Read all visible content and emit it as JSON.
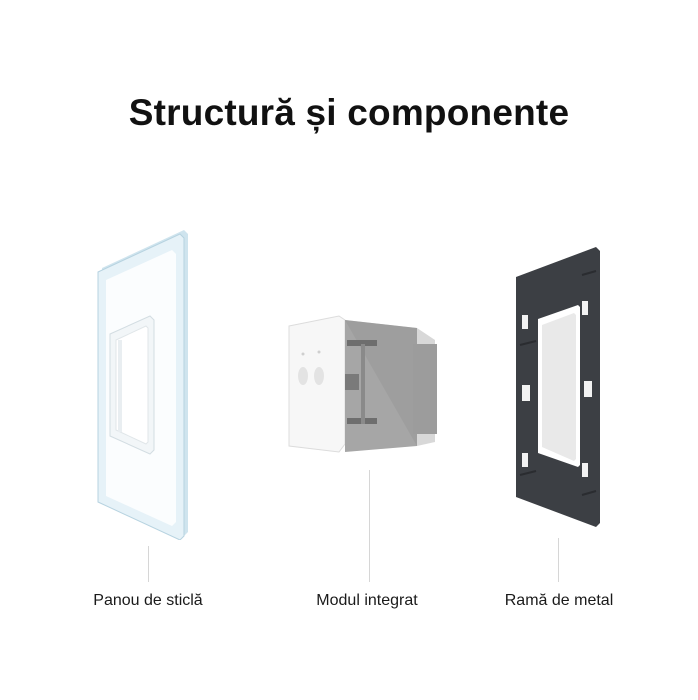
{
  "heading": "Structură și componente",
  "components": [
    {
      "label": "Panou de sticlă",
      "icon": "glass-panel"
    },
    {
      "label": "Modul integrat",
      "icon": "switch-module"
    },
    {
      "label": "Ramă de metal",
      "icon": "metal-frame"
    }
  ],
  "colors": {
    "glass": "#e3f0f6",
    "glass_edge": "#b9d6e3",
    "module_white": "#f4f4f4",
    "module_gray": "#9a9a9a",
    "frame_dark": "#3b3e42"
  }
}
